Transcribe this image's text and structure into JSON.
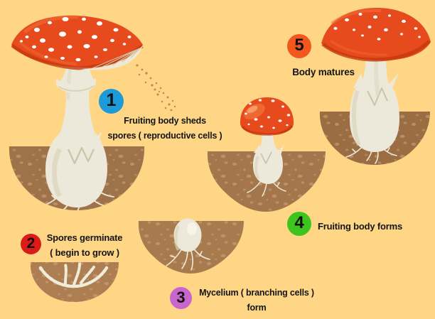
{
  "steps": [
    {
      "number": "1",
      "badge_color": "#1D9AD8",
      "label_line1": "Fruiting body sheds",
      "label_line2": "spores ( reproductive cells )"
    },
    {
      "number": "2",
      "badge_color": "#DB1B17",
      "label_line1": "Spores germinate",
      "label_line2": "( begin to grow )"
    },
    {
      "number": "3",
      "badge_color": "#C966CE",
      "label_line1": "Mycelium ( branching cells )",
      "label_line2": "form"
    },
    {
      "number": "4",
      "badge_color": "#3FC41F",
      "label_line1": "Fruiting body forms",
      "label_line2": ""
    },
    {
      "number": "5",
      "badge_color": "#F3571D",
      "label_line1": "Body matures",
      "label_line2": ""
    }
  ],
  "colors": {
    "background": "#FED686",
    "cap_red": "#E74A1C",
    "cap_dark": "#C4390F",
    "cap_light": "#F07038",
    "cap_highlight": "#F7A26E",
    "gill": "#EFE8D4",
    "stem": "#EDE9DA",
    "stem_shadow": "#D7D0B8",
    "soil_1": "#9F734A",
    "soil_2": "#AC7E52",
    "soil_3": "#A87B4E",
    "soil_4": "#A3764B",
    "soil_5": "#9B6D43",
    "soil_speckle": "#D0A87E",
    "spore": "#B9854C",
    "text": "#151515"
  }
}
